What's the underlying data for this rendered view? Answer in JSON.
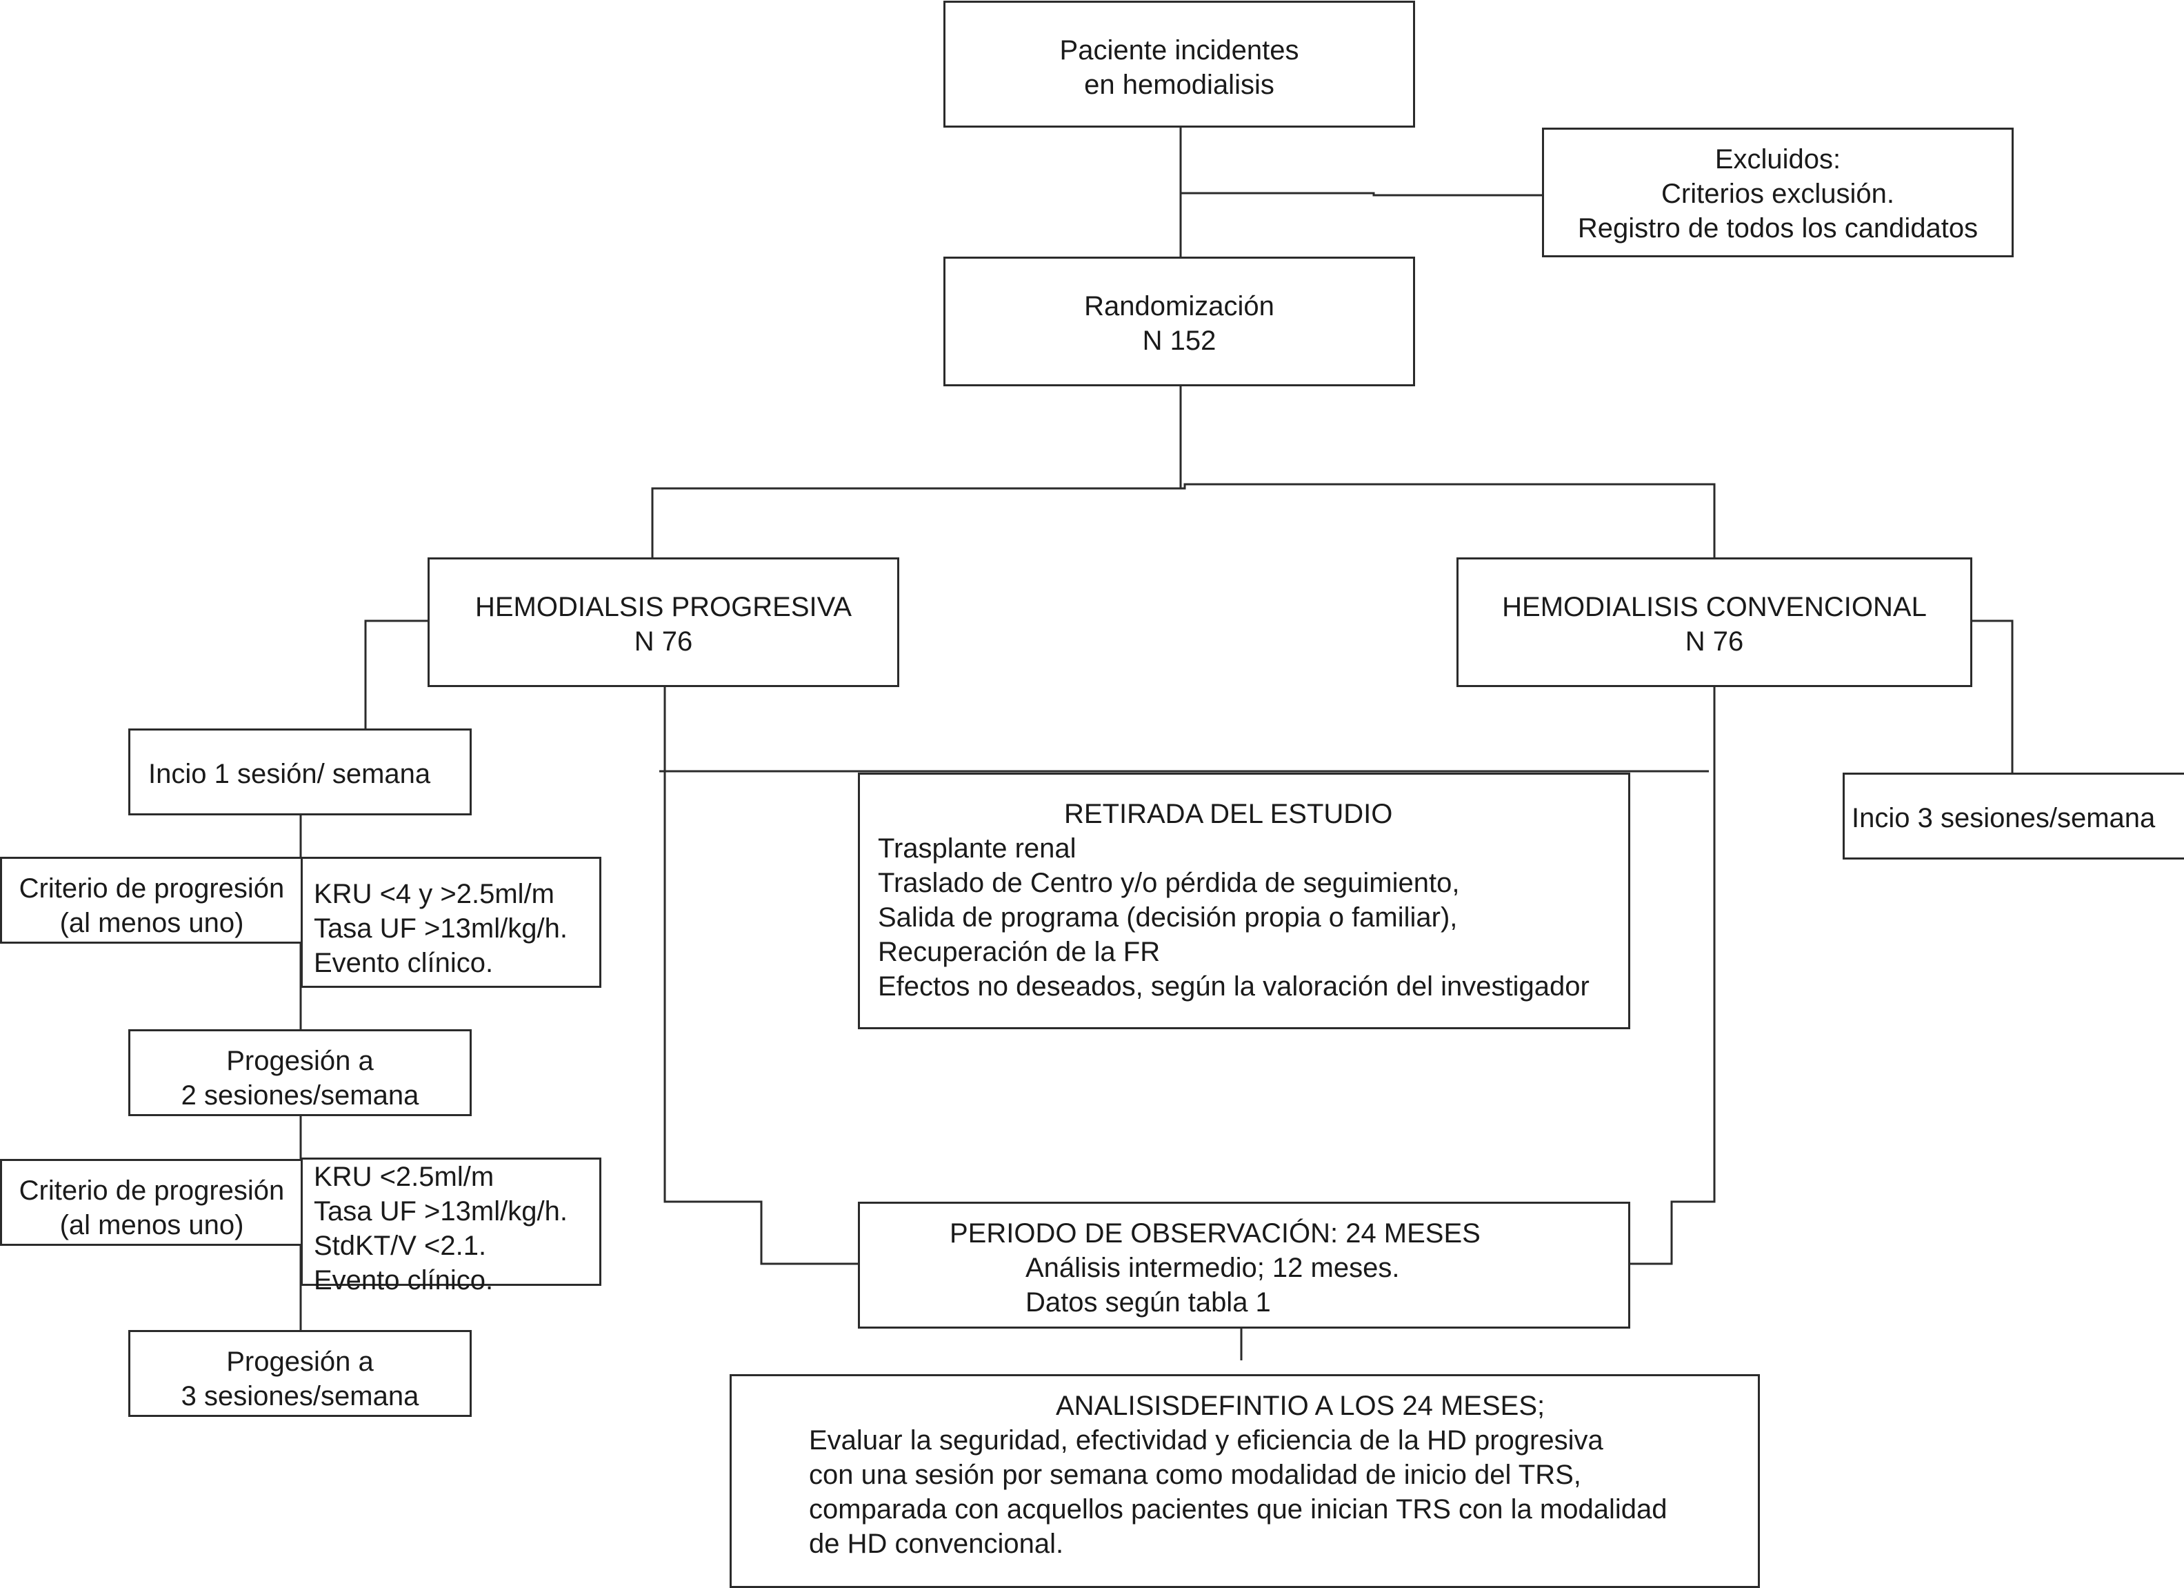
{
  "boxes": {
    "patients": [
      "Paciente incidentes",
      "en hemodialisis"
    ],
    "excluded": [
      "Excluidos:",
      "Criterios exclusión.",
      "Registro de todos los candidatos"
    ],
    "randomization": [
      "Randomización",
      "N 152"
    ],
    "progressive": [
      "HEMODIALSIS PROGRESIVA",
      "N 76"
    ],
    "conventional": [
      "HEMODIALISIS CONVENCIONAL",
      "N 76"
    ],
    "start_one": "Incio 1 sesión/ semana",
    "start_three": "Incio 3 sesiones/semana",
    "withdrawal": {
      "title": "RETIRADA DEL ESTUDIO",
      "items": [
        "Trasplante renal",
        "Traslado de Centro y/o pérdida de seguimiento,",
        "Salida de programa (decisión propia o familiar),",
        "Recuperación de la FR",
        "Efectos no deseados, según la valoración del investigador"
      ]
    },
    "criterion_one": [
      "Criterio de progresión",
      "(al menos uno)"
    ],
    "criterion_one_items": [
      "KRU <4 y >2.5ml/m",
      "Tasa UF >13ml/kg/h.",
      "Evento clínico."
    ],
    "progression_two": [
      "Progesión a",
      "2 sesiones/semana"
    ],
    "criterion_two": [
      "Criterio de progresión",
      "(al menos uno)"
    ],
    "criterion_two_items": [
      "KRU <2.5ml/m",
      "Tasa UF >13ml/kg/h.",
      "StdKT/V <2.1.",
      "Evento clínico."
    ],
    "progression_three": [
      "Progesión a",
      "3 sesiones/semana"
    ],
    "observation": {
      "title": "PERIODO DE OBSERVACIÓN: 24 MESES",
      "items": [
        "Análisis intermedio; 12 meses.",
        "Datos según tabla 1"
      ]
    },
    "final": {
      "title": "ANALISISDEFINTIO A LOS 24 MESES;",
      "items": [
        "Evaluar la seguridad, efectividad y eficiencia de la HD progresiva",
        "con una sesión por semana como modalidad de inicio del TRS,",
        "comparada con acquellos pacientes que inician TRS con la modalidad",
        "de HD convencional."
      ]
    }
  }
}
